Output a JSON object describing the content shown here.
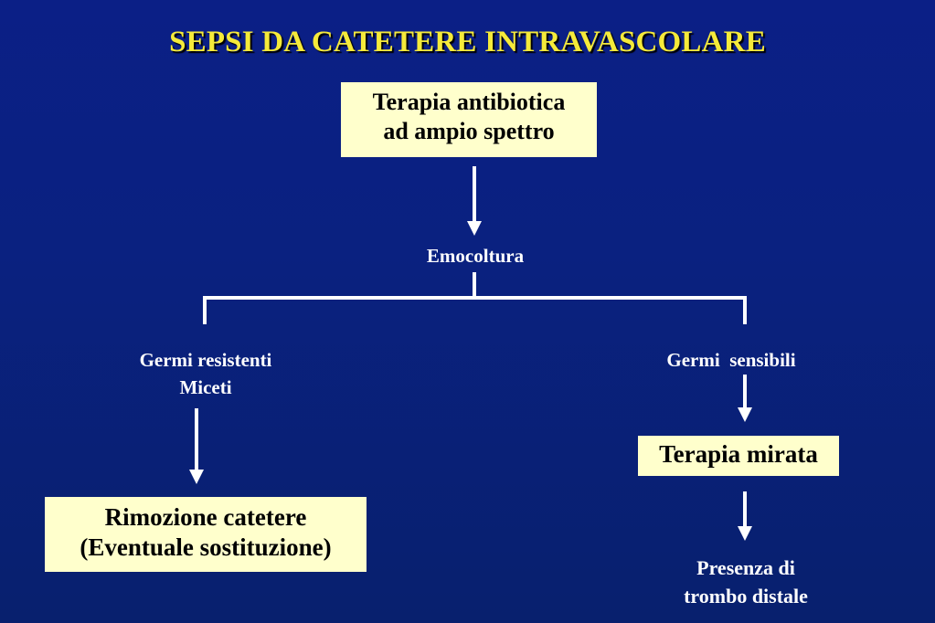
{
  "title": "SEPSI DA CATETERE INTRAVASCOLARE",
  "nodes": {
    "terapia_antibiotica": {
      "lines": [
        "Terapia antibiotica",
        "ad ampio spettro"
      ]
    },
    "emocoltura": {
      "lines": [
        "Emocoltura"
      ]
    },
    "germi_resistenti": {
      "lines": [
        "Germi resistenti",
        "Miceti"
      ]
    },
    "germi_sensibili": {
      "lines": [
        "Germi  sensibili"
      ]
    },
    "rimozione_catetere": {
      "lines": [
        "Rimozione catetere",
        "(Eventuale sostituzione)"
      ]
    },
    "terapia_mirata": {
      "lines": [
        "Terapia mirata"
      ]
    },
    "presenza_trombo": {
      "lines": [
        "Presenza di",
        "trombo distale"
      ]
    }
  },
  "colors": {
    "title": "#f5ea3a",
    "box_fill": "#ffffcc",
    "connector": "#ffffff"
  }
}
